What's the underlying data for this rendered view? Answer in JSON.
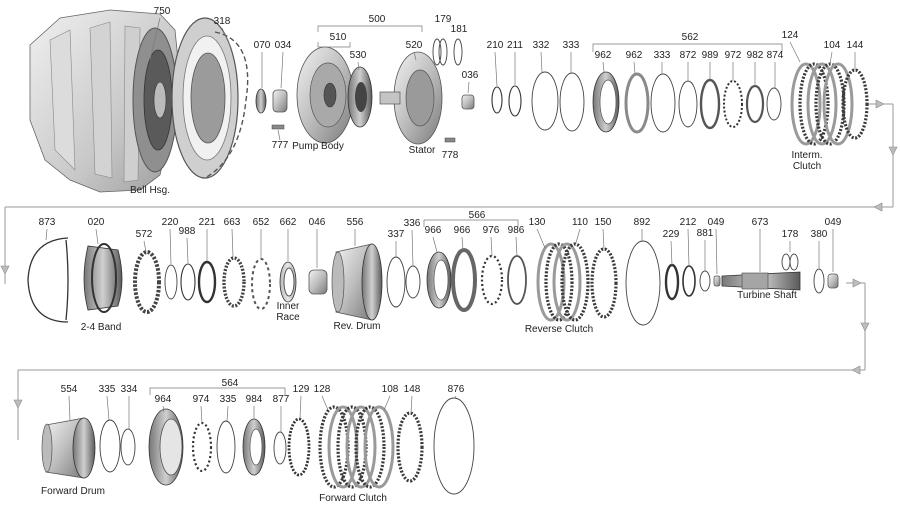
{
  "parts": {
    "p750": "750",
    "p318": "318",
    "p500": "500",
    "p510": "510",
    "p530": "530",
    "p520": "520",
    "p179": "179",
    "p181": "181",
    "p036": "036",
    "p070": "070",
    "p034": "034",
    "p777": "777",
    "p778": "778",
    "p210": "210",
    "p211": "211",
    "p332": "332",
    "p333a": "333",
    "p562": "562",
    "p124": "124",
    "p962a": "962",
    "p962b": "962",
    "p333b": "333",
    "p872": "872",
    "p989": "989",
    "p972": "972",
    "p982": "982",
    "p874": "874",
    "p104": "104",
    "p144": "144",
    "p873": "873",
    "p020": "020",
    "p572": "572",
    "p220": "220",
    "p988": "988",
    "p221": "221",
    "p663": "663",
    "p652": "652",
    "p662": "662",
    "p046": "046",
    "p556": "556",
    "p337": "337",
    "p336": "336",
    "p566": "566",
    "p966a": "966",
    "p966b": "966",
    "p976": "976",
    "p986": "986",
    "p130": "130",
    "p110": "110",
    "p150": "150",
    "p892": "892",
    "p229": "229",
    "p212": "212",
    "p881": "881",
    "p049a": "049",
    "p673": "673",
    "p178": "178",
    "p380": "380",
    "p049b": "049",
    "p554": "554",
    "p335a": "335",
    "p334": "334",
    "p564": "564",
    "p964": "964",
    "p974": "974",
    "p335b": "335",
    "p984": "984",
    "p877": "877",
    "p129": "129",
    "p128": "128",
    "p108": "108",
    "p148": "148",
    "p876": "876"
  },
  "captions": {
    "bell_hsg": "Bell Hsg.",
    "pump_body": "Pump Body",
    "stator": "Stator",
    "interm_clutch_1": "Interm.",
    "interm_clutch_2": "Clutch",
    "band": "2-4 Band",
    "inner_race_1": "Inner",
    "inner_race_2": "Race",
    "rev_drum": "Rev. Drum",
    "reverse_clutch": "Reverse Clutch",
    "turbine_shaft": "Turbine Shaft",
    "forward_drum": "Forward Drum",
    "forward_clutch": "Forward Clutch"
  },
  "colors": {
    "metal_light": "#e9e9e9",
    "metal_dark": "#8c8c8c",
    "flow_arrow": "#bdbdbd"
  }
}
